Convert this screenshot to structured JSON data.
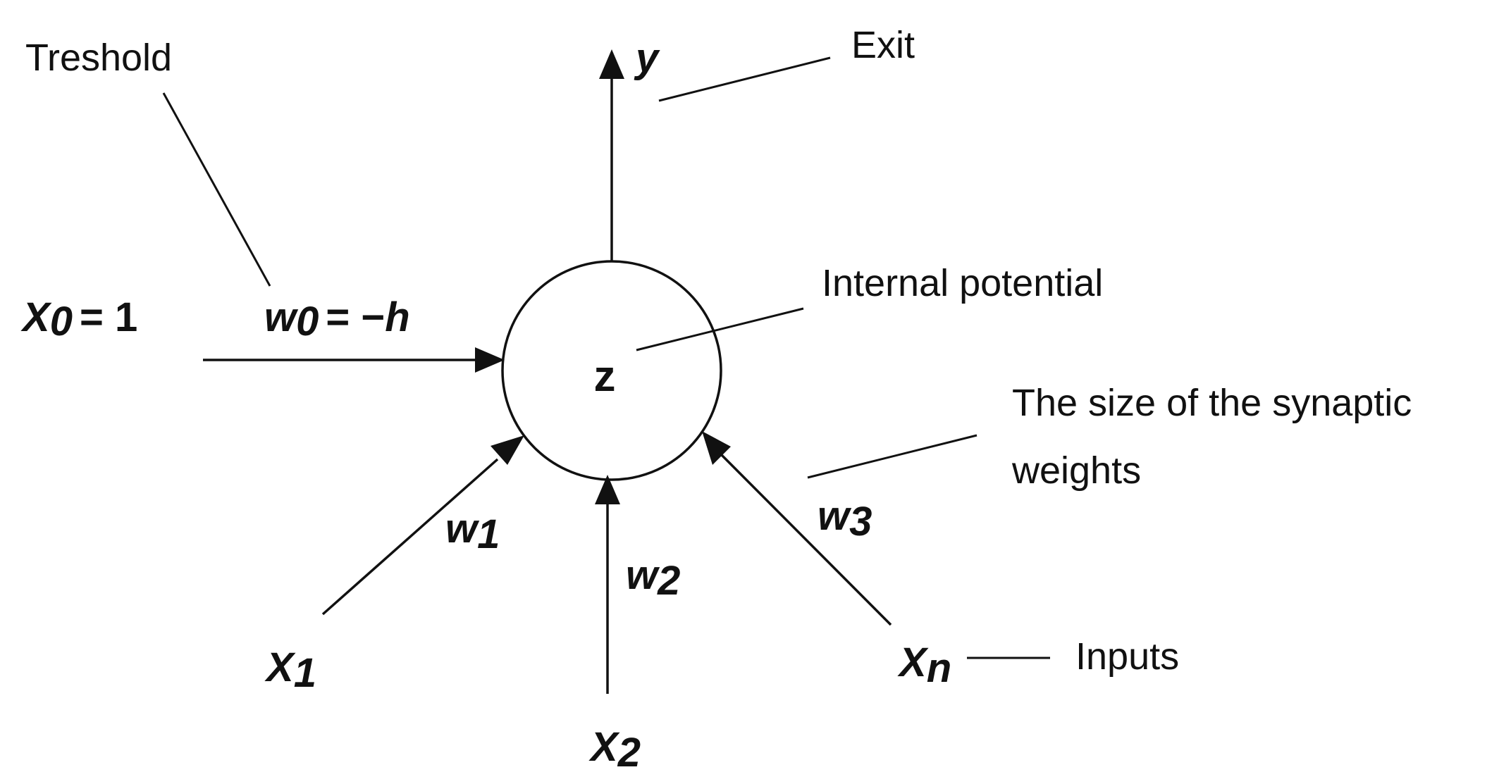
{
  "annotations": {
    "threshold": "Treshold",
    "exit": "Exit",
    "internal_potential": "Internal potential",
    "synaptic_line1": "The size of the synaptic",
    "synaptic_line2": "weights",
    "inputs": "Inputs"
  },
  "neuron": {
    "label": "z"
  },
  "output": {
    "label": "y"
  },
  "bias": {
    "input_var": "X",
    "input_sub": "0",
    "input_value": "= 1",
    "weight_var": "w",
    "weight_sub": "0",
    "weight_eq": "= −",
    "weight_h": "h"
  },
  "inputs": {
    "x1": {
      "var": "X",
      "sub": "1"
    },
    "x2": {
      "var": "X",
      "sub": "2"
    },
    "xn": {
      "var": "X",
      "sub": "n"
    }
  },
  "weights": {
    "w1": {
      "var": "w",
      "sub": "1"
    },
    "w2": {
      "var": "w",
      "sub": "2"
    },
    "w3": {
      "var": "w",
      "sub": "3"
    }
  }
}
